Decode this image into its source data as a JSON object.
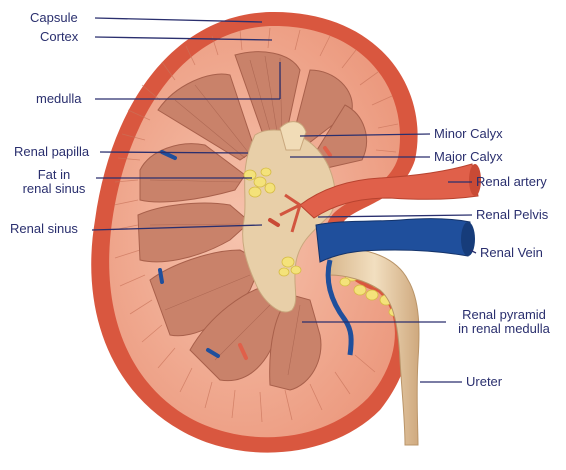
{
  "diagram": {
    "labels": {
      "capsule": "Capsule",
      "cortex": "Cortex",
      "medulla": "medulla",
      "renal_papilla": "Renal papilla",
      "fat_line1": "Fat in",
      "fat_line2": "renal sinus",
      "renal_sinus": "Renal sinus",
      "minor_calyx": "Minor Calyx",
      "major_calyx": "Major Calyx",
      "renal_artery": "Renal artery",
      "renal_pelvis": "Renal Pelvis",
      "renal_vein": "Renal Vein",
      "pyramid_line1": "Renal pyramid",
      "pyramid_line2": "in renal medulla",
      "ureter": "Ureter"
    },
    "colors": {
      "label_text": "#2a2f6e",
      "leader_line": "#2a2f6e",
      "capsule": "#d9573f",
      "cortex": "#f0a88e",
      "pyramid": "#c9826a",
      "artery": "#e0604a",
      "vein": "#1f4f9c",
      "fat": "#f4e27a",
      "ureter": "#e8cfa8"
    }
  }
}
